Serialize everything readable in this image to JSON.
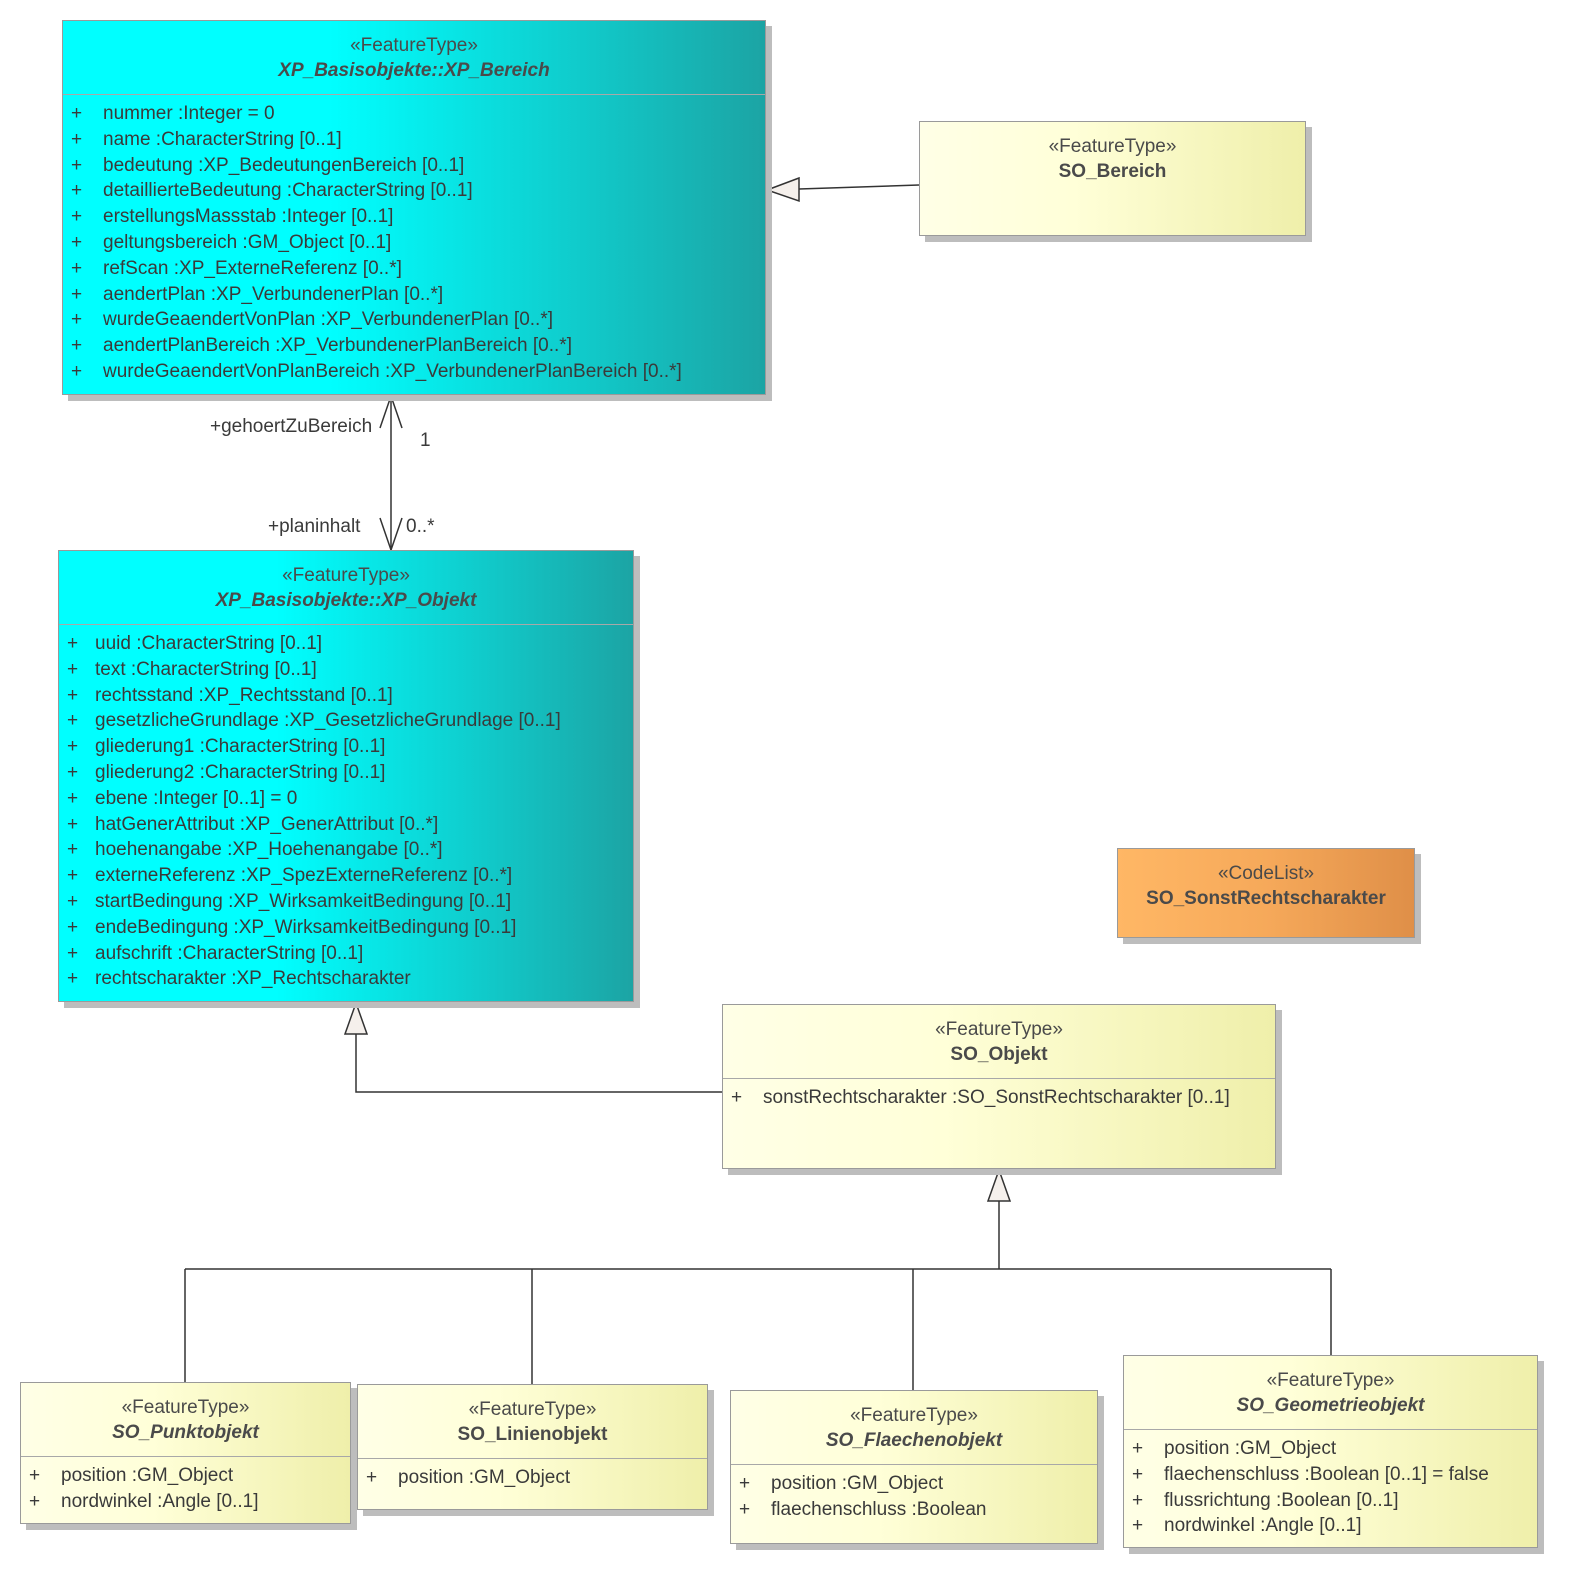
{
  "classes": {
    "xp_bereich": {
      "stereotype": "«FeatureType»",
      "name": "XP_Basisobjekte::XP_Bereich",
      "attributes": [
        {
          "vis": "+",
          "text": "nummer  :Integer = 0"
        },
        {
          "vis": "+",
          "text": "name  :CharacterString [0..1]"
        },
        {
          "vis": "+",
          "text": "bedeutung  :XP_BedeutungenBereich [0..1]"
        },
        {
          "vis": "+",
          "text": "detaillierteBedeutung  :CharacterString [0..1]"
        },
        {
          "vis": "+",
          "text": "erstellungsMassstab  :Integer [0..1]"
        },
        {
          "vis": "+",
          "text": "geltungsbereich  :GM_Object [0..1]"
        },
        {
          "vis": "+",
          "text": "refScan  :XP_ExterneReferenz [0..*]"
        },
        {
          "vis": "+",
          "text": "aendertPlan  :XP_VerbundenerPlan [0..*]"
        },
        {
          "vis": "+",
          "text": "wurdeGeaendertVonPlan  :XP_VerbundenerPlan [0..*]"
        },
        {
          "vis": "+",
          "text": "aendertPlanBereich  :XP_VerbundenerPlanBereich [0..*]"
        },
        {
          "vis": "+",
          "text": "wurdeGeaendertVonPlanBereich  :XP_VerbundenerPlanBereich [0..*]"
        }
      ]
    },
    "so_bereich": {
      "stereotype": "«FeatureType»",
      "name": "SO_Bereich",
      "attributes": []
    },
    "xp_objekt": {
      "stereotype": "«FeatureType»",
      "name": "XP_Basisobjekte::XP_Objekt",
      "attributes": [
        {
          "vis": "+",
          "text": "uuid  :CharacterString [0..1]"
        },
        {
          "vis": "+",
          "text": "text  :CharacterString [0..1]"
        },
        {
          "vis": "+",
          "text": "rechtsstand  :XP_Rechtsstand [0..1]"
        },
        {
          "vis": "+",
          "text": "gesetzlicheGrundlage  :XP_GesetzlicheGrundlage [0..1]"
        },
        {
          "vis": "+",
          "text": "gliederung1  :CharacterString [0..1]"
        },
        {
          "vis": "+",
          "text": "gliederung2  :CharacterString [0..1]"
        },
        {
          "vis": "+",
          "text": "ebene  :Integer [0..1] = 0"
        },
        {
          "vis": "+",
          "text": "hatGenerAttribut  :XP_GenerAttribut [0..*]"
        },
        {
          "vis": "+",
          "text": "hoehenangabe  :XP_Hoehenangabe [0..*]"
        },
        {
          "vis": "+",
          "text": "externeReferenz  :XP_SpezExterneReferenz [0..*]"
        },
        {
          "vis": "+",
          "text": "startBedingung  :XP_WirksamkeitBedingung [0..1]"
        },
        {
          "vis": "+",
          "text": "endeBedingung  :XP_WirksamkeitBedingung [0..1]"
        },
        {
          "vis": "+",
          "text": "aufschrift  :CharacterString [0..1]"
        },
        {
          "vis": "+",
          "text": "rechtscharakter  :XP_Rechtscharakter"
        }
      ]
    },
    "so_sonstrechtscharakter": {
      "stereotype": "«CodeList»",
      "name": "SO_SonstRechtscharakter",
      "attributes": []
    },
    "so_objekt": {
      "stereotype": "«FeatureType»",
      "name": "SO_Objekt",
      "attributes": [
        {
          "vis": "+",
          "text": "sonstRechtscharakter  :SO_SonstRechtscharakter [0..1]"
        }
      ]
    },
    "so_punktobjekt": {
      "stereotype": "«FeatureType»",
      "name": "SO_Punktobjekt",
      "attributes": [
        {
          "vis": "+",
          "text": "position  :GM_Object"
        },
        {
          "vis": "+",
          "text": "nordwinkel  :Angle [0..1]"
        }
      ]
    },
    "so_linienobjekt": {
      "stereotype": "«FeatureType»",
      "name": "SO_Linienobjekt",
      "attributes": [
        {
          "vis": "+",
          "text": "position  :GM_Object"
        }
      ]
    },
    "so_flaechenobjekt": {
      "stereotype": "«FeatureType»",
      "name": "SO_Flaechenobjekt",
      "attributes": [
        {
          "vis": "+",
          "text": "position  :GM_Object"
        },
        {
          "vis": "+",
          "text": "flaechenschluss  :Boolean"
        }
      ]
    },
    "so_geometrieobjekt": {
      "stereotype": "«FeatureType»",
      "name": "SO_Geometrieobjekt",
      "attributes": [
        {
          "vis": "+",
          "text": "position  :GM_Object"
        },
        {
          "vis": "+",
          "text": "flaechenschluss  :Boolean [0..1] = false"
        },
        {
          "vis": "+",
          "text": "flussrichtung  :Boolean [0..1]"
        },
        {
          "vis": "+",
          "text": "nordwinkel  :Angle [0..1]"
        }
      ]
    }
  },
  "association": {
    "role_top": "+gehoertZuBereich",
    "mult_top": "1",
    "role_bottom": "+planinhalt",
    "mult_bottom": "0..*"
  },
  "colors": {
    "cyan": "#00ffff",
    "teal": "#1ca4a4",
    "yellow": "#ffffd8",
    "orange": "#f6a95a",
    "line": "#333333"
  }
}
